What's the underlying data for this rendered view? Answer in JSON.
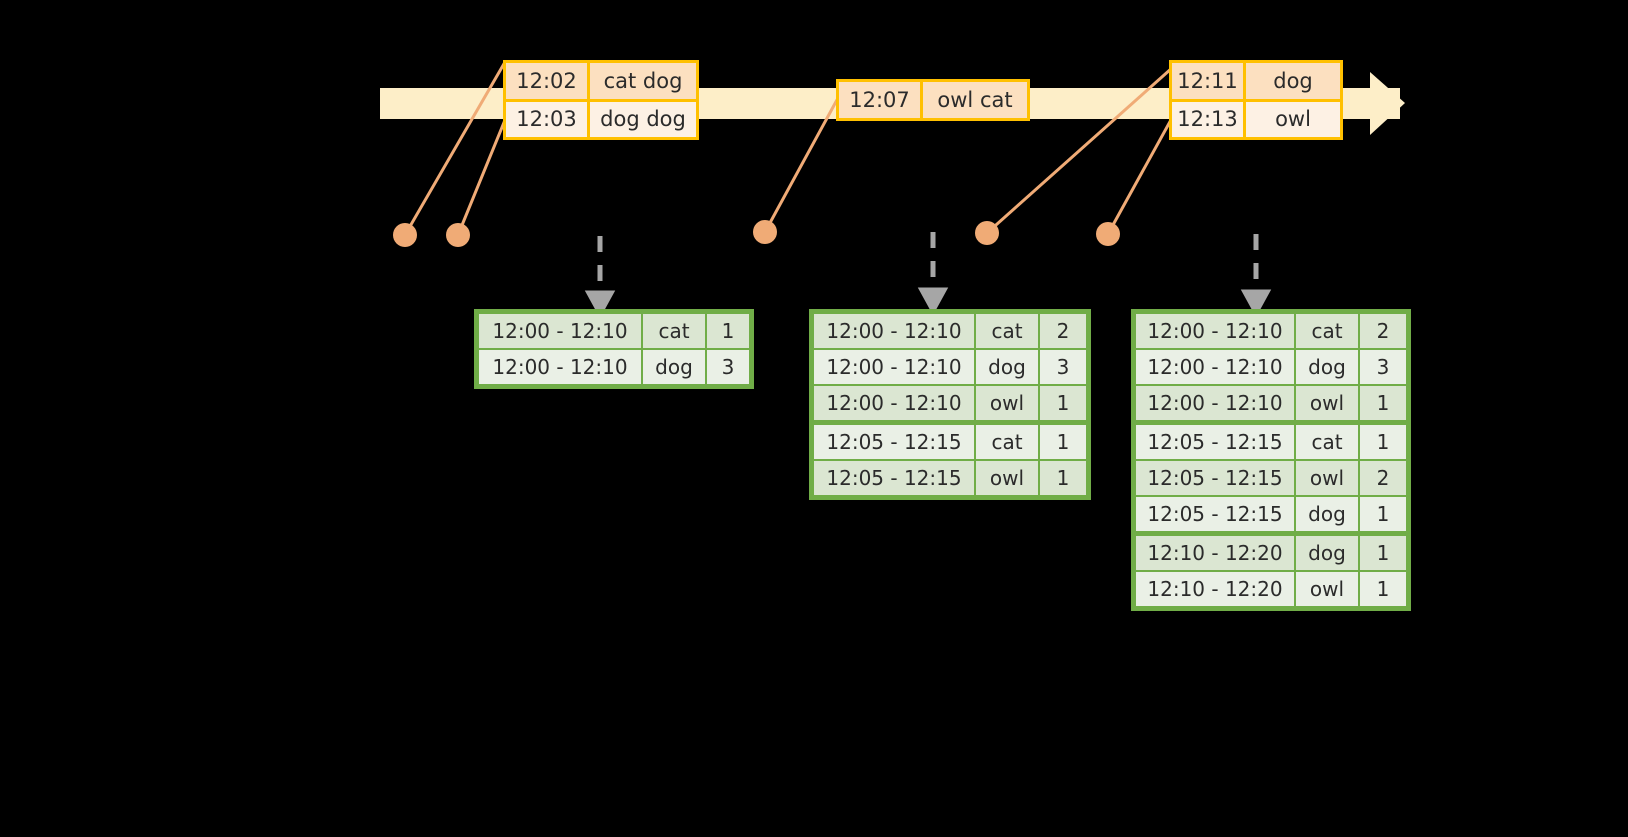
{
  "timeline": {
    "bar_color": "#fdeec8",
    "accent_color": "#ffc000",
    "dot_color": "#f0ab76",
    "arrow_color": "#a6a6a6",
    "table_border_color": "#70ad47",
    "events": [
      {
        "name": "event-box-1",
        "rows": [
          {
            "time": "12:02",
            "words": "cat dog"
          },
          {
            "time": "12:03",
            "words": "dog dog"
          }
        ]
      },
      {
        "name": "event-box-2",
        "rows": [
          {
            "time": "12:07",
            "words": "owl cat"
          }
        ]
      },
      {
        "name": "event-box-3",
        "rows": [
          {
            "time": "12:11",
            "words": "dog"
          },
          {
            "time": "12:13",
            "words": "owl"
          }
        ]
      }
    ]
  },
  "tables": [
    {
      "name": "result-table-1",
      "rows": [
        {
          "window": "12:00 - 12:10",
          "word": "cat",
          "count": "1",
          "group": 0
        },
        {
          "window": "12:00 - 12:10",
          "word": "dog",
          "count": "3",
          "group": 0
        }
      ]
    },
    {
      "name": "result-table-2",
      "rows": [
        {
          "window": "12:00 - 12:10",
          "word": "cat",
          "count": "2",
          "group": 0
        },
        {
          "window": "12:00 - 12:10",
          "word": "dog",
          "count": "3",
          "group": 0
        },
        {
          "window": "12:00 - 12:10",
          "word": "owl",
          "count": "1",
          "group": 0
        },
        {
          "window": "12:05 - 12:15",
          "word": "cat",
          "count": "1",
          "group": 1
        },
        {
          "window": "12:05 - 12:15",
          "word": "owl",
          "count": "1",
          "group": 1
        }
      ]
    },
    {
      "name": "result-table-3",
      "rows": [
        {
          "window": "12:00 - 12:10",
          "word": "cat",
          "count": "2",
          "group": 0
        },
        {
          "window": "12:00 - 12:10",
          "word": "dog",
          "count": "3",
          "group": 0
        },
        {
          "window": "12:00 - 12:10",
          "word": "owl",
          "count": "1",
          "group": 0
        },
        {
          "window": "12:05 - 12:15",
          "word": "cat",
          "count": "1",
          "group": 1
        },
        {
          "window": "12:05 - 12:15",
          "word": "owl",
          "count": "2",
          "group": 1
        },
        {
          "window": "12:05 - 12:15",
          "word": "dog",
          "count": "1",
          "group": 1
        },
        {
          "window": "12:10 - 12:20",
          "word": "dog",
          "count": "1",
          "group": 2
        },
        {
          "window": "12:10 - 12:20",
          "word": "owl",
          "count": "1",
          "group": 2
        }
      ]
    }
  ]
}
